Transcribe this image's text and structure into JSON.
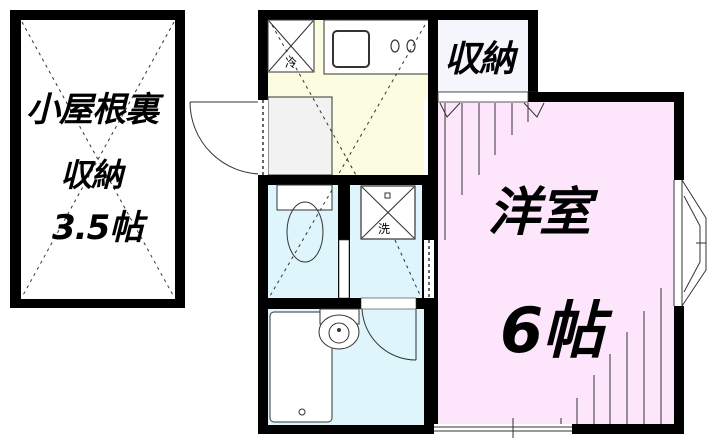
{
  "floor_plan": {
    "rooms": [
      {
        "id": "attic",
        "label_lines": [
          "小屋根裏",
          "収納",
          "3.5帖"
        ],
        "color": "#ffffff"
      },
      {
        "id": "storage",
        "label": "収納",
        "color": "#f4f6fc"
      },
      {
        "id": "western-room",
        "label_lines": [
          "洋室",
          "6帖"
        ],
        "color": "#fde6fb"
      },
      {
        "id": "kitchen",
        "label": "",
        "color": "#fcfde0"
      },
      {
        "id": "toilet",
        "label": "",
        "color": "#def6fb"
      },
      {
        "id": "washroom",
        "label": "",
        "color": "#def6fb"
      },
      {
        "id": "bathroom",
        "label": "",
        "color": "#def6fb"
      }
    ],
    "fixtures": {
      "fridge_mark": "冷",
      "washer_mark": "洗"
    }
  },
  "colors": {
    "wall": "#000000",
    "kitchen": "#fcfde0",
    "wet_area": "#def6fb",
    "bedroom": "#fde6fb",
    "storage": "#f4f6fc",
    "floor_plain": "#f2f2f2"
  }
}
